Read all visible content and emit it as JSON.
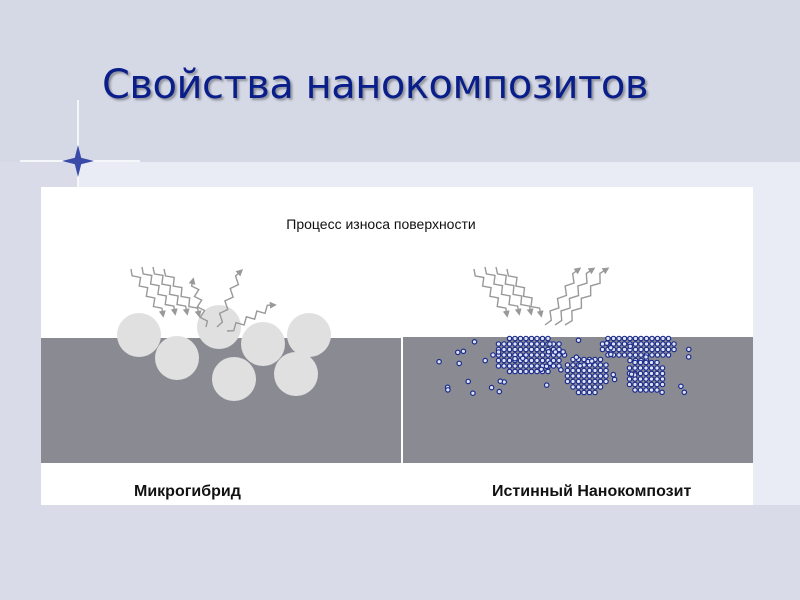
{
  "slide": {
    "title": "Свойства нанокомпозитов"
  },
  "figure": {
    "caption": "Процесс износа поверхности",
    "left_label": "Микрогибрид",
    "right_label": "Истинный Нанокомпозит"
  },
  "colors": {
    "title": "#0a1e8a",
    "substrate": "#8a8b92",
    "large_particle": "#e0e0e0",
    "nano_particle": "#1a2a8c",
    "arrow": "#999999"
  }
}
